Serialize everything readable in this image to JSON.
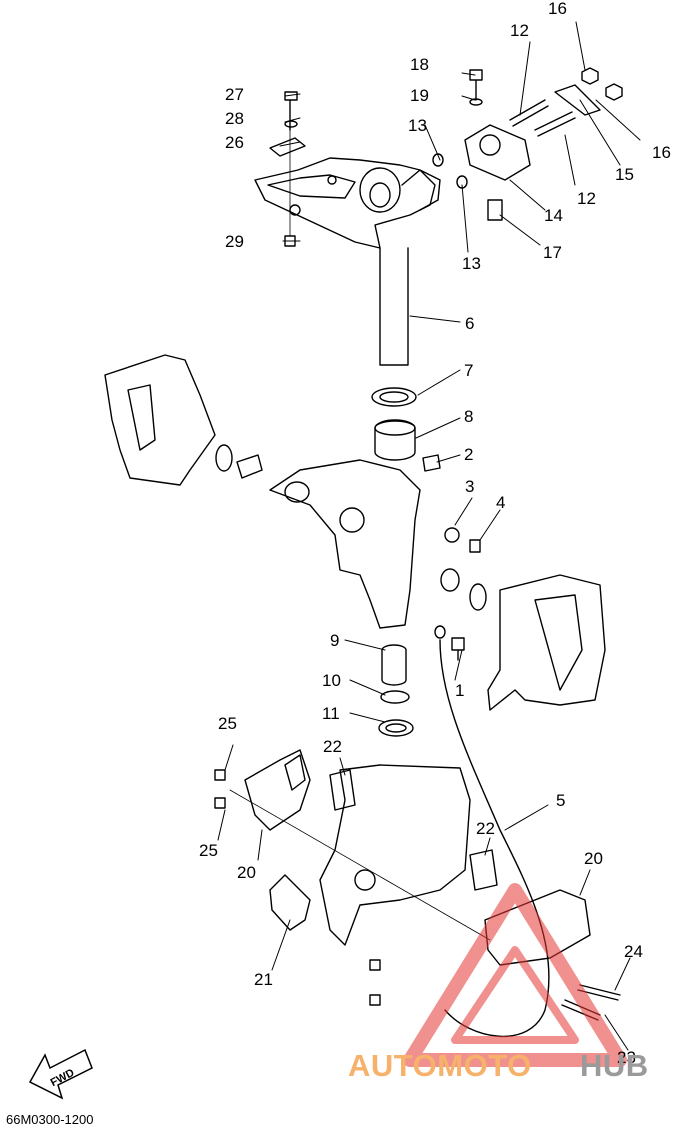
{
  "callouts": [
    "1",
    "2",
    "3",
    "4",
    "5",
    "6",
    "7",
    "8",
    "9",
    "10",
    "11",
    "12",
    "12",
    "13",
    "13",
    "14",
    "15",
    "16",
    "16",
    "17",
    "18",
    "19",
    "20",
    "20",
    "21",
    "22",
    "22",
    "23",
    "24",
    "25",
    "25",
    "26",
    "27",
    "28",
    "29"
  ],
  "drawing_code": "66M0300-1200",
  "fwd_label": "FWD",
  "watermark": {
    "part1": "AUTOMOTO",
    "part2": "HUB",
    "color_primary": "#f6b26b",
    "color_secondary": "#9a9a9a",
    "triangle_color": "#e53935"
  }
}
